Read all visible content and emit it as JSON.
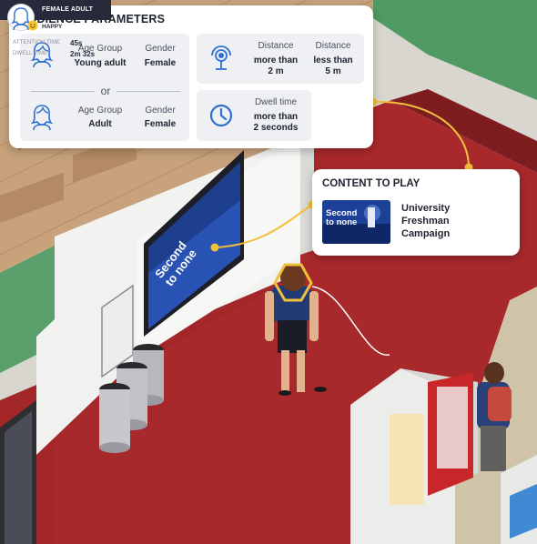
{
  "audience": {
    "title": "AUDIENCE PARAMETERS",
    "group1": {
      "age_label": "Age Group",
      "age_value": "Young adult",
      "gender_label": "Gender",
      "gender_value": "Female"
    },
    "or_text": "or",
    "group2": {
      "age_label": "Age Group",
      "age_value": "Adult",
      "gender_label": "Gender",
      "gender_value": "Female"
    },
    "distance": {
      "label_min": "Distance",
      "value_min": [
        "more than",
        "2 m"
      ],
      "label_max": "Distance",
      "value_max": [
        "less than",
        "5 m"
      ]
    },
    "dwell": {
      "label": "Dwell time",
      "value": [
        "more than",
        "2 seconds"
      ]
    }
  },
  "content": {
    "title": "CONTENT TO PLAY",
    "campaign": [
      "University",
      "Freshman",
      "Campaign"
    ],
    "thumbnail_text": [
      "Second",
      "to none"
    ]
  },
  "screen_text": [
    "Second",
    "to none"
  ],
  "person_card": {
    "header": "FEMALE ADULT",
    "mood": "HAPPY",
    "attention_label": "ATTENTION TIME",
    "attention_value": "45s",
    "dwell_label": "DWELL TIME",
    "dwell_value": "2m 32s"
  },
  "colors": {
    "accent": "#f2bf3a",
    "floor_red": "#a8292b",
    "icon_blue": "#2f6fd1",
    "card_sub_bg": "#eff0f4",
    "dark_header": "#262a3a"
  },
  "icons": [
    "female-avatar-icon",
    "female-avatar-icon",
    "proximity-sensor-icon",
    "clock-icon",
    "smile-emoji-icon"
  ]
}
